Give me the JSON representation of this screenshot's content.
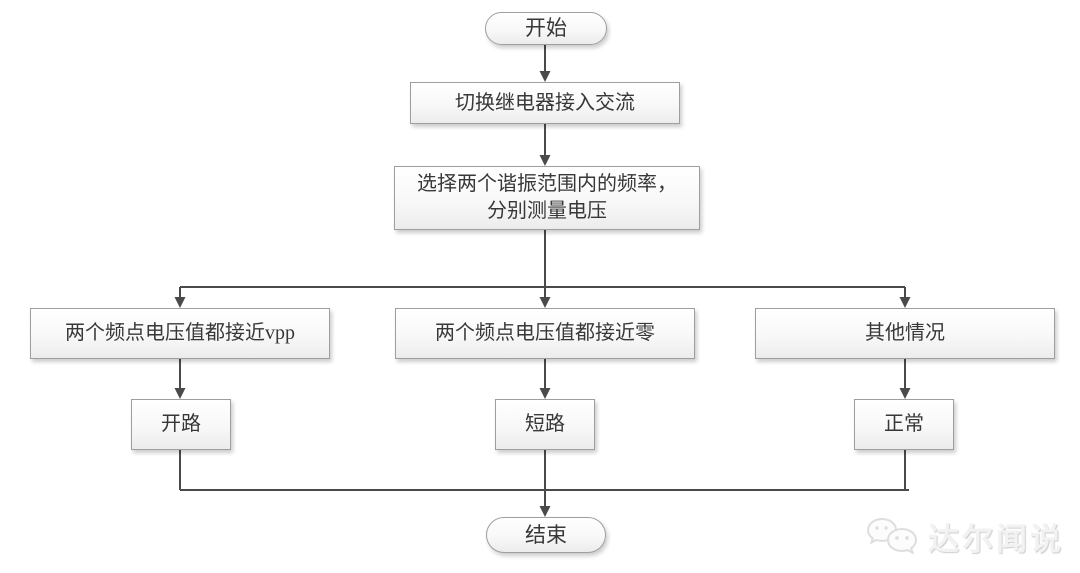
{
  "flowchart": {
    "nodes": {
      "start": "开始",
      "step_relay": "切换继电器接入交流",
      "step_select": "选择两个谐振范围内的频率，分别测量电压",
      "cond_vpp": "两个频点电压值都接近vpp",
      "cond_zero": "两个频点电压值都接近零",
      "cond_other": "其他情况",
      "result_open": "开路",
      "result_short": "短路",
      "result_normal": "正常",
      "end": "结束"
    },
    "edges": [
      {
        "from": "start",
        "to": "step_relay"
      },
      {
        "from": "step_relay",
        "to": "step_select"
      },
      {
        "from": "step_select",
        "to": "cond_vpp"
      },
      {
        "from": "step_select",
        "to": "cond_zero"
      },
      {
        "from": "step_select",
        "to": "cond_other"
      },
      {
        "from": "cond_vpp",
        "to": "result_open"
      },
      {
        "from": "cond_zero",
        "to": "result_short"
      },
      {
        "from": "cond_other",
        "to": "result_normal"
      },
      {
        "from": "result_open",
        "to": "end"
      },
      {
        "from": "result_short",
        "to": "end"
      },
      {
        "from": "result_normal",
        "to": "end"
      }
    ],
    "watermark": {
      "text": "达尔闻说",
      "icon": "chat-bubbles-icon"
    }
  },
  "colors": {
    "connector": "#4a4a4a",
    "node_border": "#9e9e9e",
    "node_text": "#383838",
    "watermark_text": "#f2f2f2"
  }
}
